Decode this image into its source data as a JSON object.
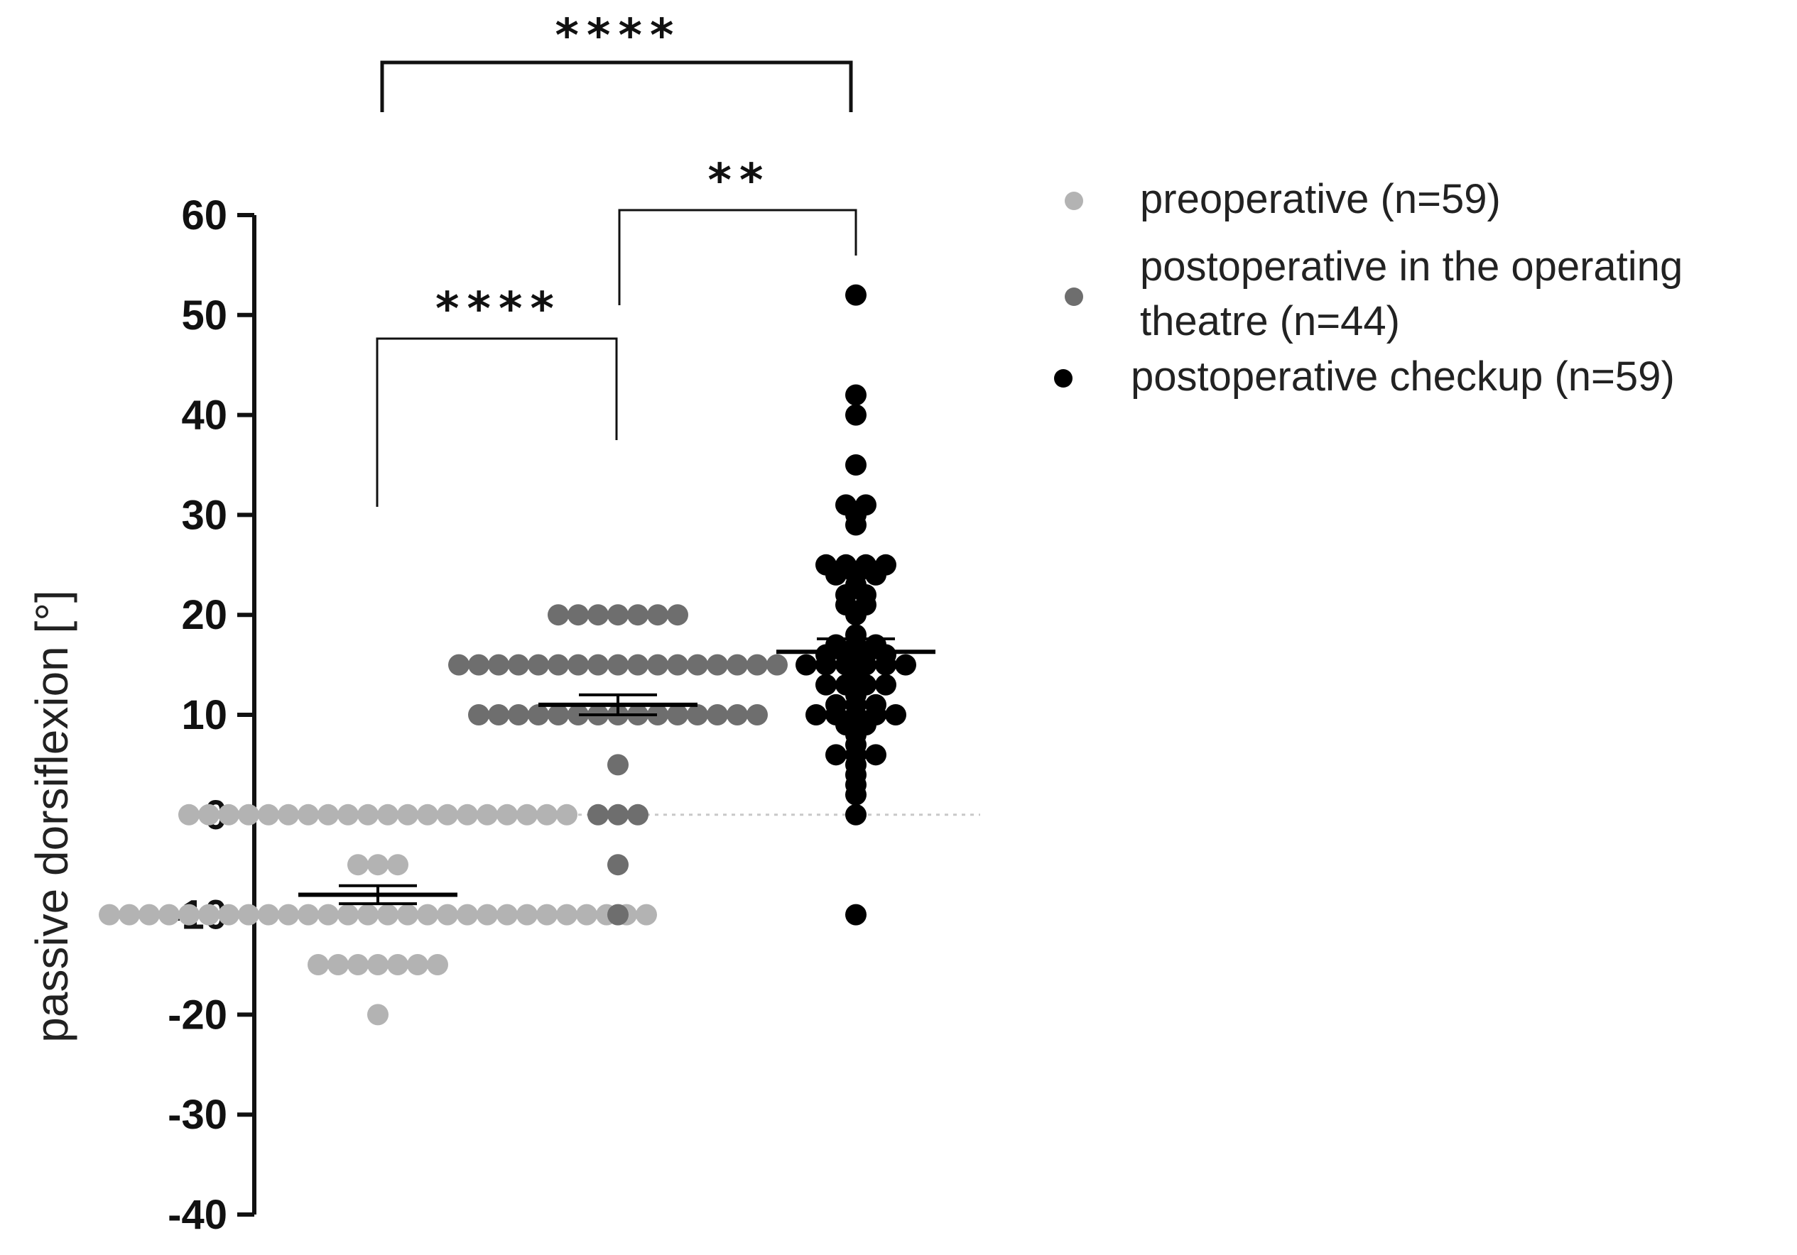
{
  "chart_data": {
    "type": "scatter",
    "title": "",
    "xlabel": "",
    "ylabel": "passive dorsiflexion [°]",
    "ylim": [
      -40,
      60
    ],
    "yticks": [
      "60",
      "50",
      "40",
      "30",
      "20",
      "10",
      "0",
      "-10",
      "-20",
      "-30",
      "-40"
    ],
    "grid": false,
    "legend_position": "top-right",
    "reference_line_y": 0,
    "series": [
      {
        "name": "preoperative (n=59)",
        "color": "#b3b3b3",
        "mean": -8,
        "sem": 0.9,
        "values": [
          0,
          0,
          0,
          0,
          0,
          0,
          0,
          0,
          0,
          0,
          0,
          0,
          0,
          0,
          0,
          0,
          0,
          0,
          0,
          0,
          -5,
          -5,
          -5,
          -10,
          -10,
          -10,
          -10,
          -10,
          -10,
          -10,
          -10,
          -10,
          -10,
          -10,
          -10,
          -10,
          -10,
          -10,
          -10,
          -10,
          -10,
          -10,
          -10,
          -10,
          -10,
          -10,
          -10,
          -10,
          -10,
          -10,
          -10,
          -15,
          -15,
          -15,
          -15,
          -15,
          -15,
          -15,
          -20
        ]
      },
      {
        "name": "postoperative in the operating theatre (n=44)",
        "color": "#6e6e6e",
        "mean": 11,
        "sem": 1.0,
        "values": [
          20,
          20,
          20,
          20,
          20,
          20,
          20,
          15,
          15,
          15,
          15,
          15,
          15,
          15,
          15,
          15,
          15,
          15,
          15,
          15,
          15,
          15,
          15,
          15,
          10,
          10,
          10,
          10,
          10,
          10,
          10,
          10,
          10,
          10,
          10,
          10,
          10,
          10,
          10,
          5,
          0,
          0,
          0,
          -5,
          -10
        ]
      },
      {
        "name": "postoperative checkup (n=59)",
        "color": "#000000",
        "mean": 16.3,
        "sem": 1.3,
        "values": [
          52,
          42,
          40,
          35,
          31,
          31,
          30,
          29,
          25,
          25,
          25,
          25,
          24,
          24,
          24,
          23,
          22,
          22,
          21,
          21,
          20,
          18,
          17,
          17,
          17,
          16,
          16,
          16,
          16,
          15,
          15,
          15,
          15,
          15,
          15,
          14,
          13,
          13,
          13,
          13,
          12,
          11,
          11,
          11,
          10,
          10,
          10,
          10,
          10,
          9,
          9,
          8,
          7,
          6,
          6,
          6,
          5,
          4,
          3,
          2,
          0,
          -10
        ]
      }
    ],
    "comparisons": [
      {
        "from": 0,
        "to": 2,
        "label": "****"
      },
      {
        "from": 1,
        "to": 2,
        "label": "**"
      },
      {
        "from": 0,
        "to": 1,
        "label": "****"
      }
    ]
  }
}
